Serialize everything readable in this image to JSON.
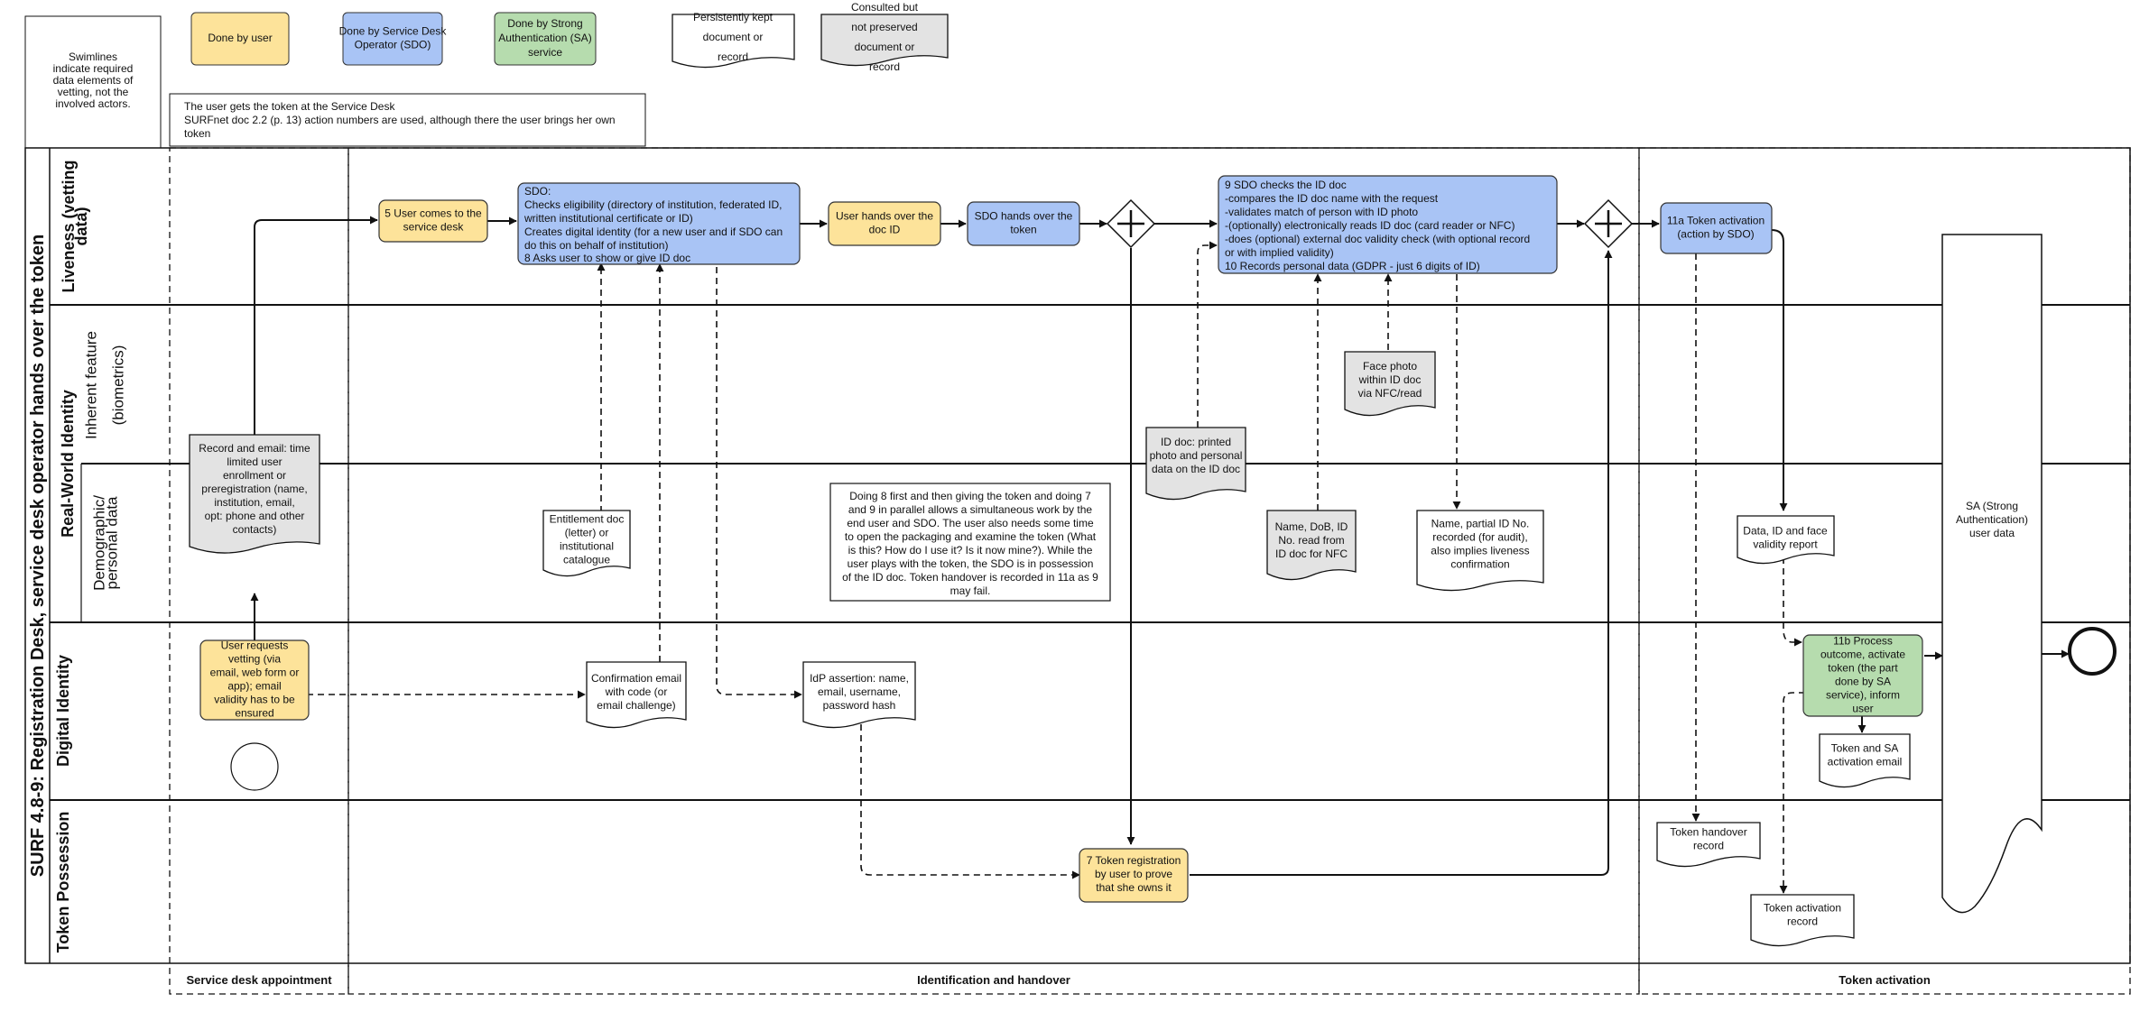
{
  "diagram": {
    "pool_title": "SURF 4.8-9: Registration Desk, service desk operator hands over the token",
    "lanes": {
      "liveness": "Liveness (vetting data)",
      "inherent": "Inherent feature (biometrics)",
      "real_world_group": "Real-World Identity",
      "demographic": "Demographic/ personal data",
      "digital": "Digital Identity",
      "token": "Token Possession"
    },
    "phases": {
      "service_desk_appointment": "Service desk appointment",
      "identification_and_handover": "Identification and handover",
      "token_activation": "Token activation"
    },
    "legend": {
      "note": "Swimlines indicate required data elements of vetting, not the involved actors.",
      "done_by_user": "Done by user",
      "done_by_sdo": "Done by Service Desk Operator (SDO)",
      "done_by_sa": "Done by Strong Authentication (SA) service",
      "persistent_doc": "Persistently kept document or record",
      "consulted_doc": "Consulted but not preserved document or record"
    },
    "annotation": {
      "line1": "The user gets the token at the Service Desk",
      "line2": "SURFnet doc 2.2 (p. 13) action numbers are used, although there the user brings her own",
      "line3": "token"
    },
    "tasks": {
      "user_comes": "5 User comes to the service desk",
      "sdo_checks_line1": "SDO:",
      "sdo_checks_line2": "Checks eligibility (directory of institution, federated ID,",
      "sdo_checks_line3": "written institutional certificate or ID)",
      "sdo_checks_line4": "Creates digital identity (for a new user and if SDO can",
      "sdo_checks_line5": "do this on behalf of institution)",
      "sdo_checks_line6": "8 Asks user to show or give ID doc",
      "user_hands_doc": "User hands over the doc ID",
      "sdo_hands_token": "SDO hands over the token",
      "sdo_id_check_line1": "9 SDO checks the ID doc",
      "sdo_id_check_line2": "-compares the ID doc name with the request",
      "sdo_id_check_line3": "-validates match of person with ID photo",
      "sdo_id_check_line4": "-(optionally) electronically reads ID doc (card reader or NFC)",
      "sdo_id_check_line5": "-does (optional) external doc validity check (with optional record",
      "sdo_id_check_line6": "or with implied validity)",
      "sdo_id_check_line7": "10 Records personal data (GDPR - just 6 digits of ID)",
      "token_activation": "11a Token activation (action by SDO)",
      "user_requests": "User requests vetting (via email, web form or app); email validity has to be ensured",
      "token_registration": "7 Token registration by user to prove that she owns it",
      "process_outcome": "11b Process outcome, activate token (the part done by SA service), inform user"
    },
    "documents": {
      "record_email": "Record and email: time limited user enrollment or preregistration (name, institution, email, opt: phone and other contacts)",
      "entitlement_doc": "Entitlement doc (letter) or institutional catalogue",
      "confirmation_email": "Confirmation email with code (or email challenge)",
      "idp_assertion": "IdP assertion: name, email, username, password hash",
      "id_doc_printed": "ID doc: printed photo and personal data on the ID doc",
      "name_dob": "Name, DoB, ID No. read from ID doc for NFC",
      "face_photo": "Face photo within ID doc via NFC/read",
      "name_partial": "Name, partial ID No. recorded (for audit), also implies liveness confirmation",
      "data_id_face": "Data, ID and face validity report",
      "token_sa_email": "Token and SA activation email",
      "token_handover_record": "Token handover record",
      "token_activation_record": "Token activation record",
      "sa_user_data": "SA (Strong Authentication) user data"
    },
    "note_parallel": {
      "l1": "Doing 8 first and then giving the token and doing 7",
      "l2": "and 9 in parallel allows a simultaneous work by the",
      "l3": "end user and SDO. The user also needs some time",
      "l4": "to open the packaging and examine the token (What",
      "l5": "is this? How do I use it? Is it now mine?). While the",
      "l6": "user plays with the token, the SDO is in possession",
      "l7": "of the ID doc. Token handover is recorded in 11a as 9",
      "l8": "may fail."
    },
    "colors": {
      "user": "#fde39a",
      "sdo": "#a9c4f5",
      "sa": "#b6dcae",
      "consulted": "#e3e3e3",
      "persistent": "#ffffff",
      "line": "#111111"
    }
  }
}
